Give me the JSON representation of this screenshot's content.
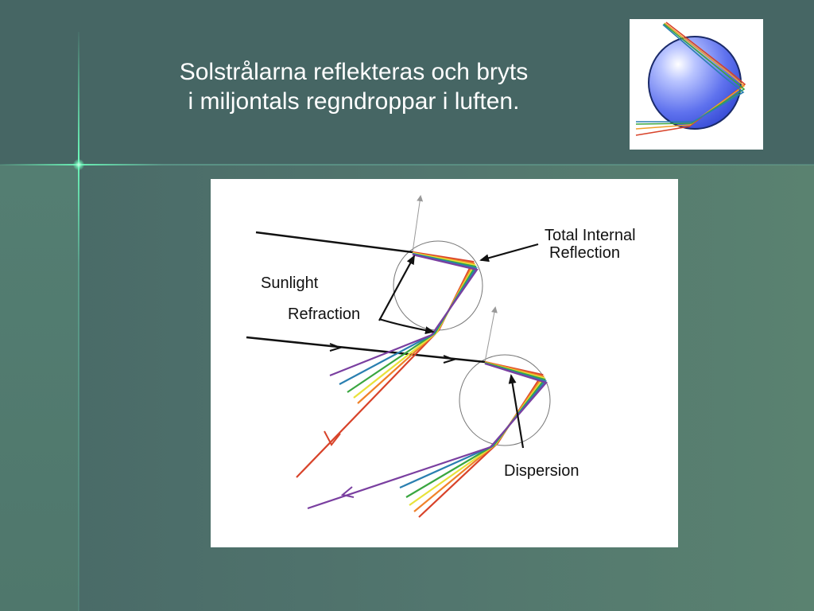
{
  "slide": {
    "title_line1": "Solstrålarna reflekteras och bryts",
    "title_line2": "i miljontals regndroppar i luften."
  },
  "diagram": {
    "labels": {
      "total_internal_line1": "Total Internal",
      "total_internal_line2": "Reflection",
      "sunlight": "Sunlight",
      "refraction": "Refraction",
      "dispersion": "Dispersion"
    },
    "spectrum_colors": [
      "#d8432a",
      "#f0822a",
      "#e8e23a",
      "#3aa640",
      "#2a7fb0",
      "#7a3fa0"
    ]
  },
  "thumbnail": {
    "icon": "raindrop-sphere-icon"
  },
  "colors": {
    "background": "#4b6c69",
    "header": "#466664",
    "accent_line": "#6effbe",
    "title_text": "#ffffff"
  }
}
